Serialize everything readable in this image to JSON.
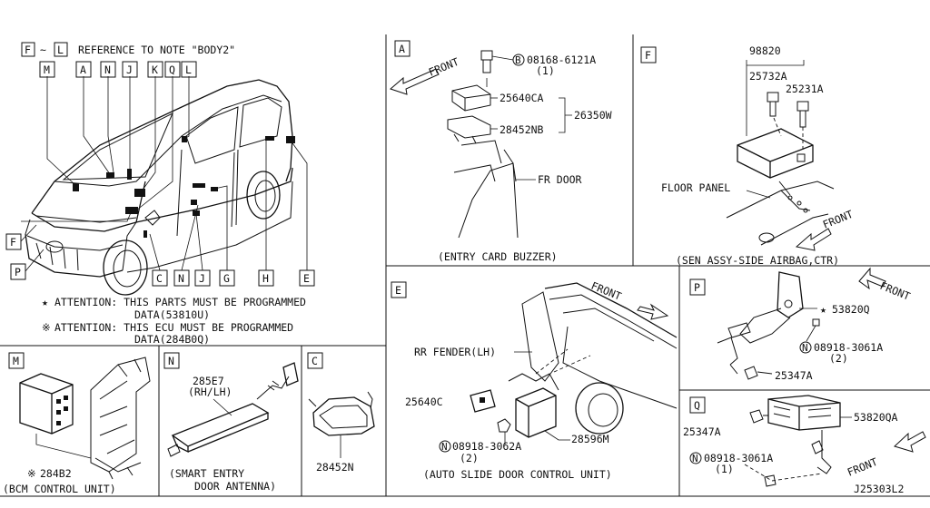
{
  "diagram_id": "J25303L2",
  "overview": {
    "reference_from": "F",
    "reference_tilde": "~",
    "reference_to": "L",
    "reference_text": "REFERENCE TO NOTE \"BODY2\"",
    "callouts_top": [
      "M",
      "A",
      "N",
      "J",
      "K",
      "Q",
      "L"
    ],
    "callouts_bottom": [
      "C",
      "N",
      "J",
      "G",
      "H",
      "E"
    ],
    "callout_left_f": "F",
    "callout_left_p": "P",
    "attention_1_mark": "★",
    "attention_1_line1": "ATTENTION: THIS PARTS MUST BE PROGRAMMED",
    "attention_1_line2": "DATA(53810U)",
    "attention_2_mark": "※",
    "attention_2_line1": "ATTENTION: THIS ECU MUST BE PROGRAMMED",
    "attention_2_line2": "DATA(284B0Q)"
  },
  "panel_a": {
    "letter": "A",
    "front": "FRONT",
    "bolt_b": "B",
    "bolt_part": "08168-6121A",
    "bolt_qty": "(1)",
    "part_1": "25640CA",
    "part_assy": "26350W",
    "part_2": "28452NB",
    "door_label": "FR DOOR",
    "caption": "(ENTRY CARD BUZZER)"
  },
  "panel_f": {
    "letter": "F",
    "part_top": "98820",
    "part_1": "25732A",
    "part_2": "25231A",
    "floor_label": "FLOOR PANEL",
    "front": "FRONT",
    "caption": "(SEN ASSY-SIDE AIRBAG,CTR)"
  },
  "panel_m": {
    "letter": "M",
    "part_mark": "※",
    "part": "284B2",
    "caption": "(BCM CONTROL UNIT)"
  },
  "panel_n": {
    "letter": "N",
    "part": "285E7",
    "side": "(RH/LH)",
    "caption_1": "(SMART ENTRY",
    "caption_2": "DOOR ANTENNA)"
  },
  "panel_c": {
    "letter": "C",
    "part": "28452N"
  },
  "panel_e": {
    "letter": "E",
    "front": "FRONT",
    "fender": "RR FENDER(LH)",
    "part_1": "25640C",
    "nut_n": "N",
    "nut_part": "08918-3062A",
    "nut_qty": "(2)",
    "part_2": "28596M",
    "caption": "(AUTO SLIDE DOOR CONTROL UNIT)"
  },
  "panel_p": {
    "letter": "P",
    "front": "FRONT",
    "part_mark": "★",
    "part_1": "53820Q",
    "nut_n": "N",
    "nut_part": "08918-3061A",
    "nut_qty": "(2)",
    "part_2": "25347A"
  },
  "panel_q": {
    "letter": "Q",
    "part_1": "25347A",
    "part_2": "53820QA",
    "nut_n": "N",
    "nut_part": "08918-3061A",
    "nut_qty": "(1)",
    "front": "FRONT"
  }
}
